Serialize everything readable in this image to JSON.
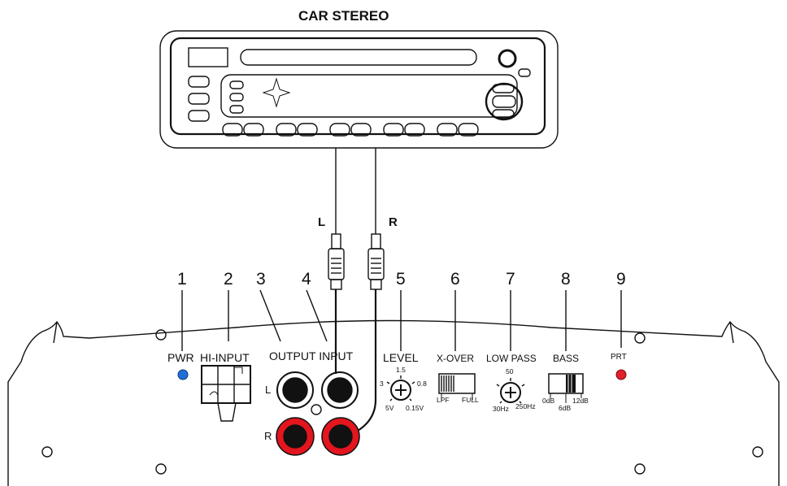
{
  "title": "CAR STEREO",
  "cable_labels": {
    "left": "L",
    "right": "R"
  },
  "callout_numbers": [
    "1",
    "2",
    "3",
    "4",
    "5",
    "6",
    "7",
    "8",
    "9"
  ],
  "panel_labels": {
    "pwr": "PWR",
    "hi_input": "HI-INPUT",
    "output_input": "OUTPUT INPUT",
    "level": "LEVEL",
    "xover": "X-OVER",
    "low_pass": "LOW PASS",
    "bass": "BASS",
    "prt": "PRT"
  },
  "channel_labels": {
    "left": "L",
    "right": "R"
  },
  "level_scale": {
    "top": "1.5",
    "left": "3",
    "right": "0.8",
    "bottom_left": "5V",
    "bottom_right": "0.15V"
  },
  "xover_scale": {
    "left": "LPF",
    "right": "FULL"
  },
  "low_pass_scale": {
    "top": "50",
    "left": "30Hz",
    "right": "250Hz"
  },
  "bass_scale": {
    "left": "0dB",
    "middle": "6dB",
    "right": "12dB"
  },
  "colors": {
    "pwr_led": "#1f6fd6",
    "prt_led": "#e0202a",
    "rca_red": "#e3151e",
    "line": "#111111"
  }
}
